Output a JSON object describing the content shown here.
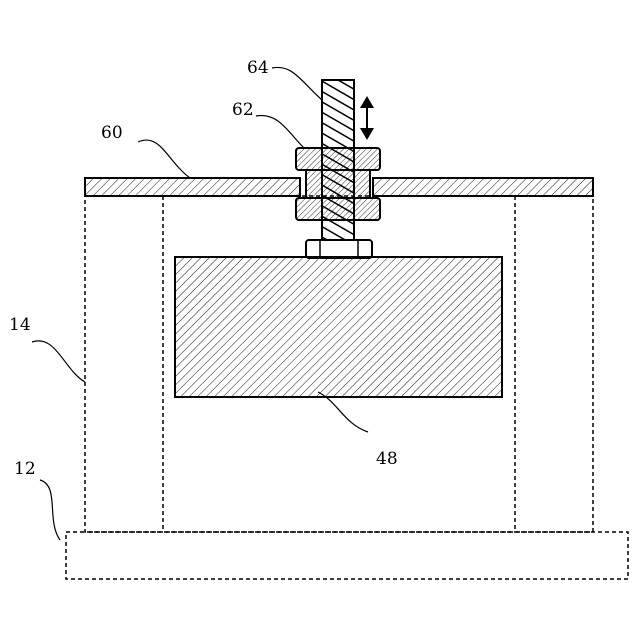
{
  "labels": {
    "rod": "64",
    "nut_assembly": "62",
    "plate": "60",
    "frame": "14",
    "base": "12",
    "block": "48"
  },
  "colors": {
    "line": "#000000",
    "background": "#ffffff"
  },
  "icons": {
    "motion_indicator": "double-arrow-vertical-icon"
  }
}
